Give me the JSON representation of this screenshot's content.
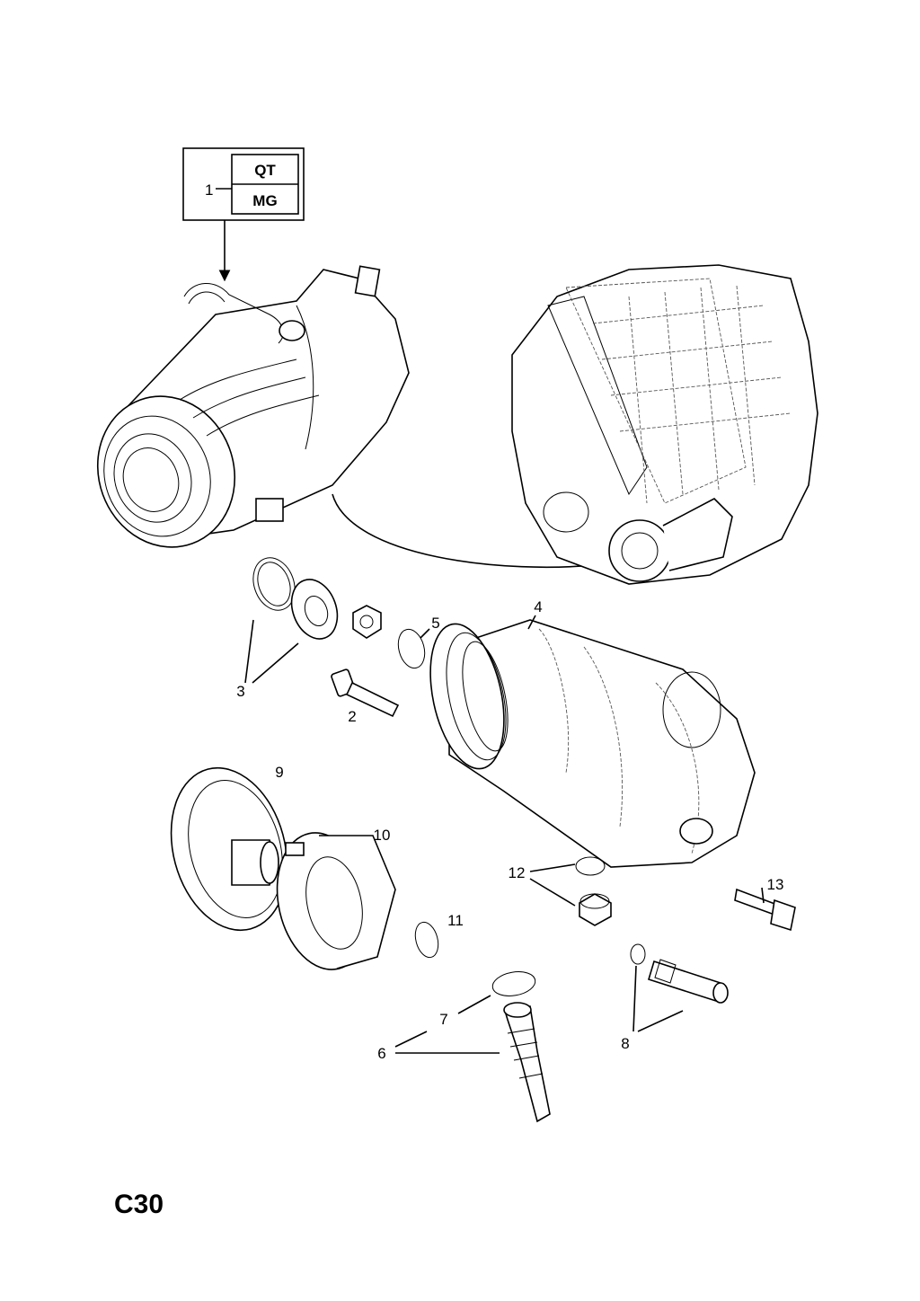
{
  "diagram": {
    "code_box": {
      "callout": "1",
      "codes": [
        "QT",
        "MG"
      ]
    },
    "callouts": [
      "2",
      "3",
      "4",
      "5",
      "6",
      "7",
      "8",
      "9",
      "10",
      "11",
      "12",
      "13"
    ],
    "page_id": "C30"
  }
}
